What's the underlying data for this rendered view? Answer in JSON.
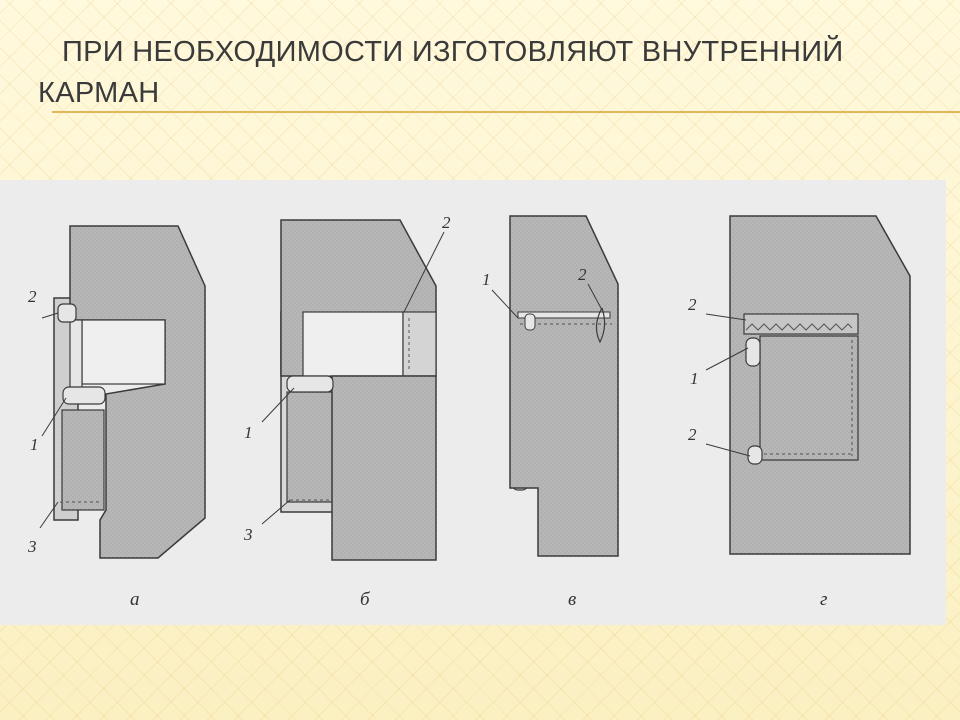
{
  "slide": {
    "title": "При необходимости изготовляют внутренний карман"
  },
  "figure": {
    "panels": [
      {
        "caption": "а",
        "callouts": [
          "2",
          "1",
          "3"
        ]
      },
      {
        "caption": "б",
        "callouts": [
          "2",
          "1",
          "3"
        ]
      },
      {
        "caption": "в",
        "callouts": [
          "1",
          "2"
        ]
      },
      {
        "caption": "г",
        "callouts": [
          "2",
          "1",
          "2"
        ]
      }
    ],
    "colors": {
      "fabric": "#b7b7b7",
      "lining": "#e6e6e6",
      "outline": "#3b3b3b",
      "panel_bg": "#ececec"
    }
  }
}
